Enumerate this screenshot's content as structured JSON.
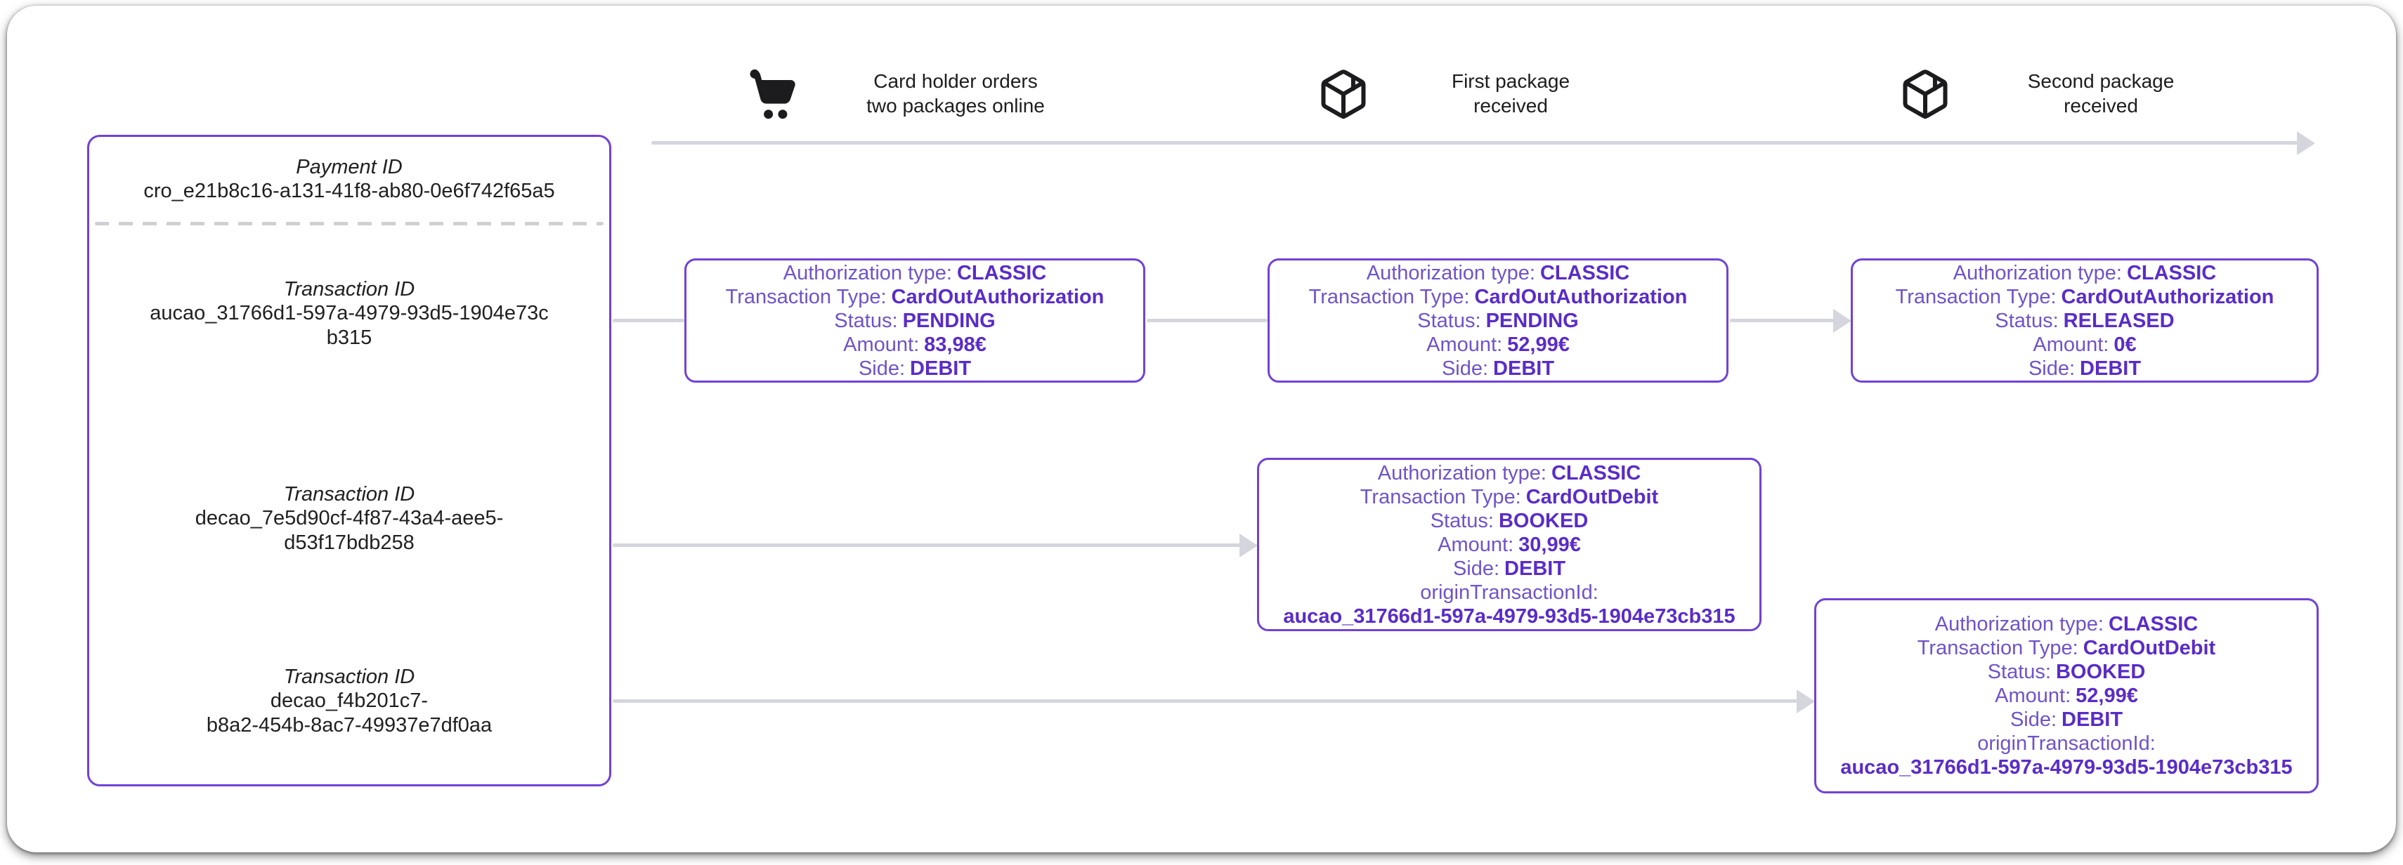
{
  "colors": {
    "accent_purple": "#7142d6",
    "label_purple": "#7053c8",
    "value_purple": "#5a2cc8",
    "arrow_gray": "#d5d5de",
    "text_dark": "#1d1d1f",
    "divider_gray": "#d0d0d4",
    "card_bg": "#ffffff"
  },
  "header_steps": [
    {
      "icon": "shopping-cart-icon",
      "caption": "Card holder orders\ntwo packages online"
    },
    {
      "icon": "package-icon",
      "caption": "First package\nreceived"
    },
    {
      "icon": "package-icon",
      "caption": "Second package\nreceived"
    }
  ],
  "id_panel": {
    "payment_label": "Payment ID",
    "payment_id": "cro_e21b8c16-a131-41f8-ab80-0e6f742f65a5",
    "transactions": [
      {
        "label": "Transaction ID",
        "id": "aucao_31766d1-597a-4979-93d5-1904e73c\nb315"
      },
      {
        "label": "Transaction ID",
        "id": "decao_7e5d90cf-4f87-43a4-aee5-\nd53f17bdb258"
      },
      {
        "label": "Transaction ID",
        "id": "decao_f4b201c7-\nb8a2-454b-8ac7-49937e7df0aa"
      }
    ]
  },
  "transaction_boxes": [
    {
      "name": "card-out-authorization-pending-1",
      "fields": [
        {
          "label": "Authorization type:",
          "value": "CLASSIC"
        },
        {
          "label": "Transaction Type:",
          "value": "CardOutAuthorization"
        },
        {
          "label": "Status:",
          "value": "PENDING"
        },
        {
          "label": "Amount:",
          "value": "83,98€"
        },
        {
          "label": "Side:",
          "value": "DEBIT"
        }
      ]
    },
    {
      "name": "card-out-authorization-pending-2",
      "fields": [
        {
          "label": "Authorization type:",
          "value": "CLASSIC"
        },
        {
          "label": "Transaction Type:",
          "value": "CardOutAuthorization"
        },
        {
          "label": "Status:",
          "value": "PENDING"
        },
        {
          "label": "Amount:",
          "value": "52,99€"
        },
        {
          "label": "Side:",
          "value": "DEBIT"
        }
      ]
    },
    {
      "name": "card-out-authorization-released",
      "fields": [
        {
          "label": "Authorization type:",
          "value": "CLASSIC"
        },
        {
          "label": "Transaction Type:",
          "value": "CardOutAuthorization"
        },
        {
          "label": "Status:",
          "value": "RELEASED"
        },
        {
          "label": "Amount:",
          "value": "0€"
        },
        {
          "label": "Side:",
          "value": "DEBIT"
        }
      ]
    },
    {
      "name": "card-out-debit-first-package",
      "fields": [
        {
          "label": "Authorization type:",
          "value": "CLASSIC"
        },
        {
          "label": "Transaction Type:",
          "value": "CardOutDebit"
        },
        {
          "label": "Status:",
          "value": "BOOKED"
        },
        {
          "label": "Amount:",
          "value": "30,99€"
        },
        {
          "label": "Side:",
          "value": "DEBIT"
        },
        {
          "label": "originTransactionId:",
          "value": "aucao_31766d1-597a-4979-93d5-1904e73cb315",
          "break": true
        }
      ]
    },
    {
      "name": "card-out-debit-second-package",
      "fields": [
        {
          "label": "Authorization type:",
          "value": "CLASSIC"
        },
        {
          "label": "Transaction Type:",
          "value": "CardOutDebit"
        },
        {
          "label": "Status:",
          "value": "BOOKED"
        },
        {
          "label": "Amount:",
          "value": "52,99€"
        },
        {
          "label": "Side:",
          "value": "DEBIT"
        },
        {
          "label": "originTransactionId:",
          "value": "aucao_31766d1-597a-4979-93d5-1904e73cb315",
          "break": true
        }
      ]
    }
  ]
}
